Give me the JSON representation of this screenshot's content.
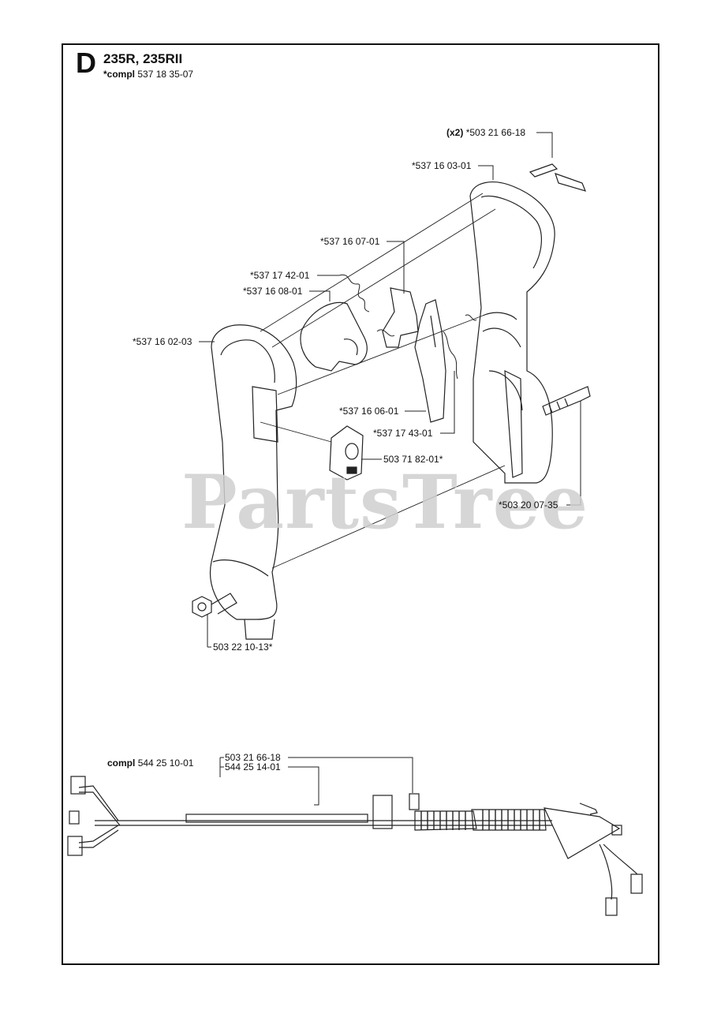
{
  "header": {
    "section_letter": "D",
    "models": "235R, 235RII",
    "compl_prefix": "*compl",
    "compl_number": "537 18 35-07"
  },
  "callouts": {
    "qty_screw_top": "(x2)",
    "screw_top": "*503 21 66-18",
    "handle_right": "*537 16 03-01",
    "lock_lever": "*537 16 07-01",
    "spring_small": "*537 17 42-01",
    "throttle_lock": "*537 16 08-01",
    "handle_left": "*537 16 02-03",
    "throttle": "*537 16 06-01",
    "spring_throttle": "*537 17 43-01",
    "stop_switch": "503 71 82-01*",
    "screw_long": "*503 20 07-35",
    "nut": "503 22 10-13*",
    "harness_compl_prefix": "compl",
    "harness_compl": "544 25 10-01",
    "harness_screw": "503 21 66-18",
    "harness_cable": "544 25 14-01"
  },
  "watermark": "PartsTree"
}
